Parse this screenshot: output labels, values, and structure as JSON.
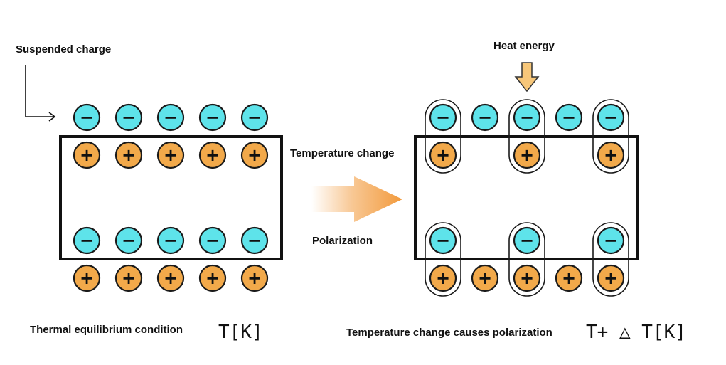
{
  "labels": {
    "suspended_charge": "Suspended charge",
    "heat_energy": "Heat energy",
    "temperature_change": "Temperature change",
    "polarization": "Polarization",
    "left_caption": "Thermal equilibrium condition",
    "left_formula": "T[K]",
    "right_caption": "Temperature change causes polarization",
    "right_formula": "T+ △ T[K]"
  },
  "signs": {
    "negative": "−",
    "positive": "+"
  },
  "colors": {
    "negative_fill": "#5ee3ea",
    "positive_fill": "#f2a94a",
    "outline": "#1a1a1a",
    "arrow": "#f29a3c",
    "heat_arrow": "#f7c77a"
  },
  "icons": {
    "process_arrow": "arrow-right-icon",
    "heat_arrow": "arrow-down-icon"
  }
}
